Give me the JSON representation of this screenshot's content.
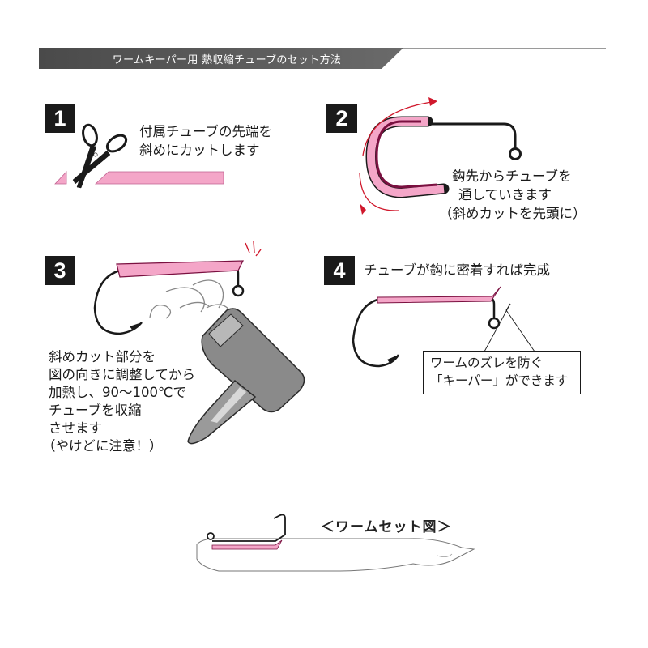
{
  "header": {
    "title": "ワームキーパー用 熱収縮チューブのセット方法"
  },
  "steps": [
    {
      "number": "1",
      "lines": [
        "付属チューブの先端を",
        "斜めにカットします"
      ]
    },
    {
      "number": "2",
      "lines": [
        "鈎先からチューブを",
        "通していきます",
        "（斜めカットを先頭に）"
      ]
    },
    {
      "number": "3",
      "lines": [
        "斜めカット部分を",
        "図の向きに調整してから",
        "加熱し、90～100℃で",
        "チューブを収縮",
        "させます",
        "（やけどに注意！）"
      ]
    },
    {
      "number": "4",
      "lines": [
        "チューブが鈎に密着すれば完成"
      ]
    }
  ],
  "callout": {
    "lines": [
      "ワームのズレを防ぐ",
      "「キーパー」ができます"
    ]
  },
  "caption": "＜ワームセット図＞",
  "colors": {
    "tube_pink": "#f4a6c8",
    "tube_dark": "#7a1040",
    "arrow_red": "#d0182c",
    "header_gray": "#555555"
  }
}
